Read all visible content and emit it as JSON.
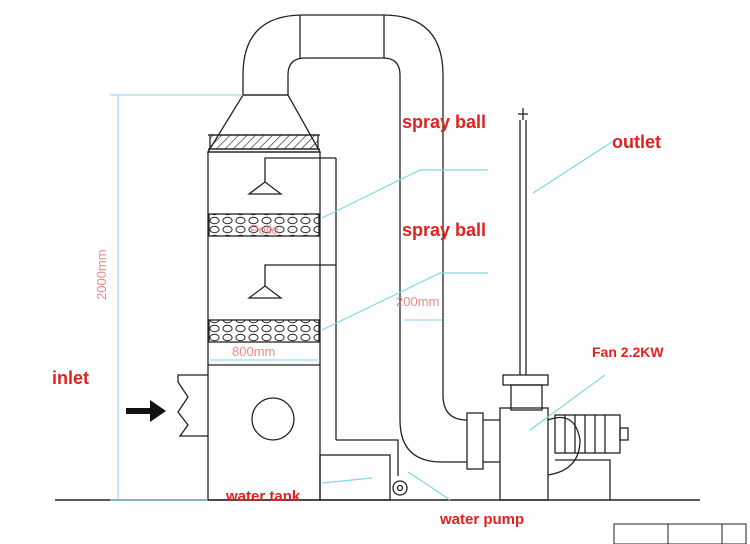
{
  "labels": {
    "spray_ball_1": "spray ball",
    "spray_ball_2": "spray ball",
    "outlet": "outlet",
    "inlet": "inlet",
    "fan": "Fan 2.2KW",
    "water_tank": "water tank",
    "water_pump": "water pump",
    "height_dim": "2000mm",
    "width_dim": "800mm",
    "duct_dim": "200mm",
    "packing": "Pollo"
  },
  "colors": {
    "line": "#222222",
    "annotation": "#e0221f",
    "leader": "#7fd6e8",
    "dimension": "#f08a86"
  }
}
